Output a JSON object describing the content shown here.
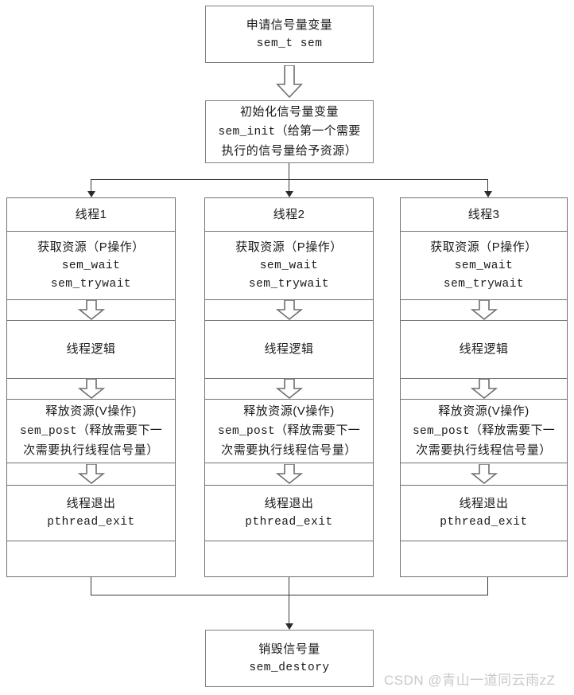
{
  "diagram": {
    "title": "POSIX semaphore thread synchronization flowchart",
    "colors": {
      "box_border": "#808080",
      "line": "#3a3a3a",
      "background": "#ffffff",
      "watermark": "#c9c9c9"
    }
  },
  "top": {
    "create": {
      "line1": "申请信号量变量",
      "line2": "sem_t sem"
    },
    "init": {
      "line1": "初始化信号量变量",
      "line2_code": "sem_init",
      "line2_text": "（给第一个需要",
      "line3": "执行的信号量给予资源）"
    }
  },
  "threads": [
    {
      "header": "线程1",
      "acquire": {
        "line1": "获取资源（P操作）",
        "line2": "sem_wait",
        "line3": "sem_trywait"
      },
      "logic": "线程逻辑",
      "release": {
        "line1": "释放资源(V操作)",
        "line2_code": "sem_post",
        "line2_text": "（释放需要下一",
        "line3": "次需要执行线程信号量）"
      },
      "exit": {
        "line1": "线程退出",
        "line2": "pthread_exit"
      }
    },
    {
      "header": "线程2",
      "acquire": {
        "line1": "获取资源（P操作）",
        "line2": "sem_wait",
        "line3": "sem_trywait"
      },
      "logic": "线程逻辑",
      "release": {
        "line1": "释放资源(V操作)",
        "line2_code": "sem_post",
        "line2_text": "（释放需要下一",
        "line3": "次需要执行线程信号量）"
      },
      "exit": {
        "line1": "线程退出",
        "line2": "pthread_exit"
      }
    },
    {
      "header": "线程3",
      "acquire": {
        "line1": "获取资源（P操作）",
        "line2": "sem_wait",
        "line3": "sem_trywait"
      },
      "logic": "线程逻辑",
      "release": {
        "line1": "释放资源(V操作)",
        "line2_code": "sem_post",
        "line2_text": "（释放需要下一",
        "line3": "次需要执行线程信号量）"
      },
      "exit": {
        "line1": "线程退出",
        "line2": "pthread_exit"
      }
    }
  ],
  "bottom": {
    "destroy": {
      "line1": "销毁信号量",
      "line2": "sem_destory"
    }
  },
  "watermark": {
    "text": "CSDN @青山一道同云雨zZ"
  }
}
